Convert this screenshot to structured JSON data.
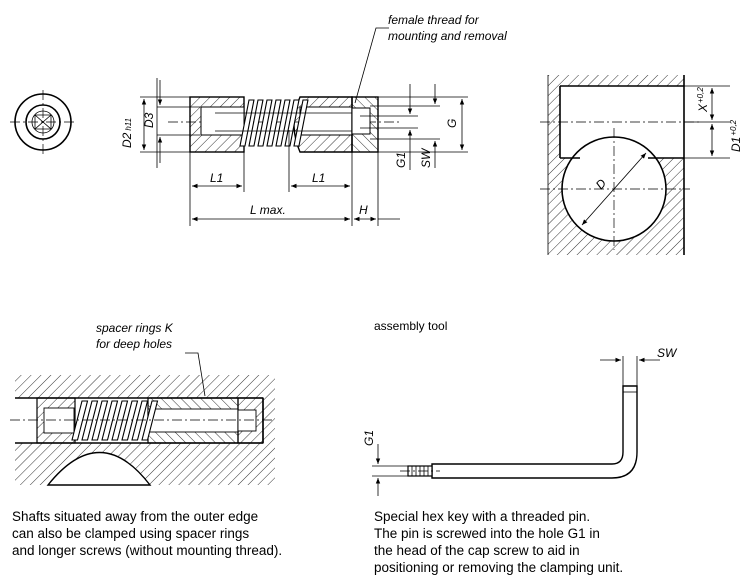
{
  "labels": {
    "female_thread": [
      "female thread for",
      "mounting and removal"
    ],
    "d2": "D2",
    "d2_tol": "h11",
    "d3": "D3",
    "g": "G",
    "g1": "G1",
    "sw": "SW",
    "l1": "L1",
    "l_max": "L max.",
    "h": "H",
    "x": "X",
    "x_tol": "+0,2",
    "d1": "D1",
    "d1_tol": "+0,2",
    "d": "D",
    "spacer_rings": [
      "spacer rings K",
      "for deep holes"
    ],
    "assembly_tool": "assembly tool",
    "tool_g1": "G1",
    "tool_sw": "SW"
  },
  "captions": {
    "spacer": [
      "Shafts situated away from the outer edge",
      "can also be clamped using spacer rings",
      "and longer screws (without mounting thread)."
    ],
    "hexkey": [
      "Special hex key with a threaded pin.",
      "The pin is screwed into the hole G1 in",
      "the head of the cap screw to aid in",
      "positioning or removing the clamping unit."
    ]
  }
}
